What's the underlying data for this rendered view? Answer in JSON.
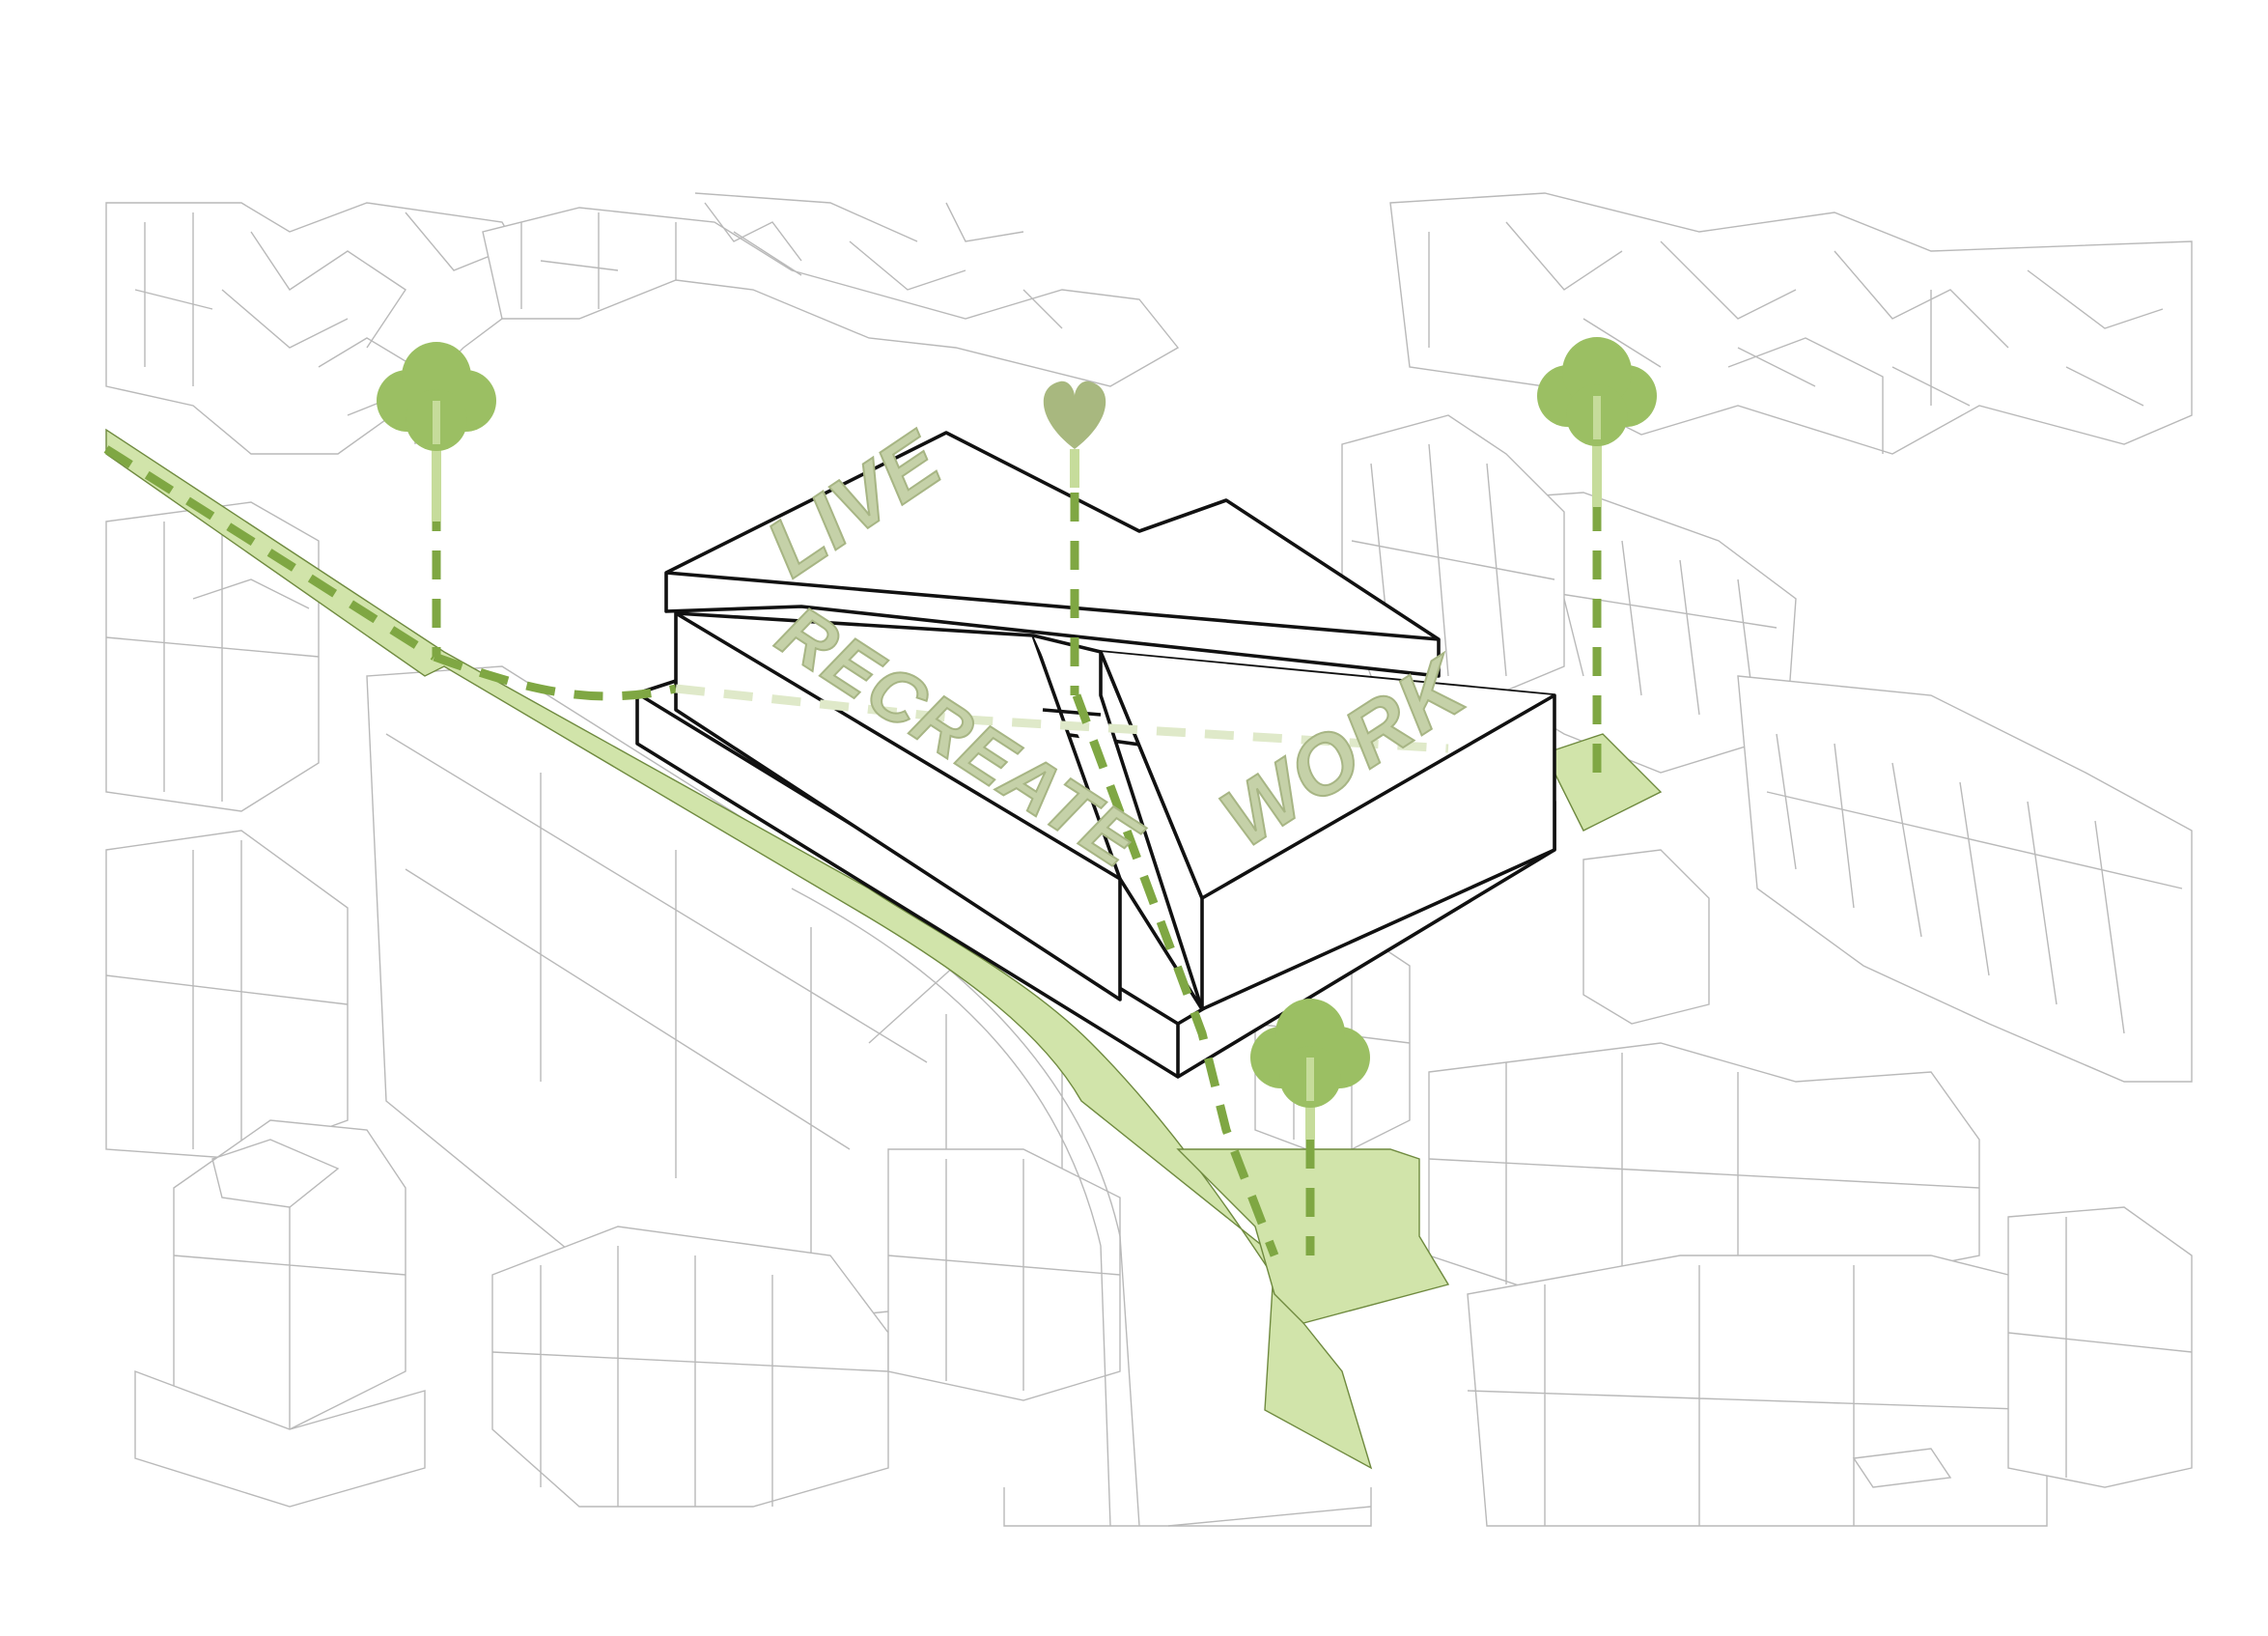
{
  "labels": {
    "live": "LIVE",
    "recreate": "RECREATE",
    "work": "WORK"
  },
  "icons": {
    "tree": "tree-icon",
    "heart": "heart-icon"
  },
  "colors": {
    "green_space": "#d1e4aa",
    "green_path": "#7fa743",
    "light_path": "#dfe9c9",
    "tree": "#9bbf63",
    "heart": "#a8b87f",
    "label": "#c5d1a8",
    "building_outline": "#111111",
    "context_line": "#b9b9b9"
  }
}
